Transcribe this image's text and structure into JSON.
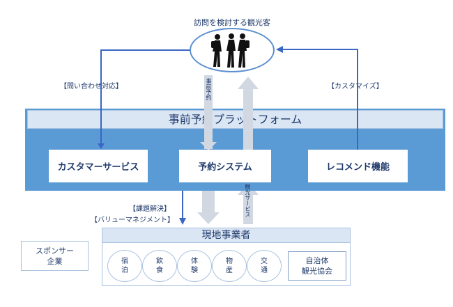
{
  "traveler": {
    "label": "訪問を検討する観光客"
  },
  "platform": {
    "title": "事前予約プラットフォーム"
  },
  "services": {
    "customer_service": "カスタマーサービス",
    "reservation_system": "予約システム",
    "recommend": "レコメンド機能"
  },
  "labels": {
    "inquiry": "【問い合わせ対応】",
    "customize": "【カスタマイズ】",
    "advance_booking": "事前予約",
    "tourism_service": "観光サービス",
    "problem_solving": "【課題解決】",
    "value_management": "【バリューマネジメント】"
  },
  "local": {
    "title": "現地事業者",
    "circles": [
      {
        "line1": "宿",
        "line2": "泊"
      },
      {
        "line1": "飲",
        "line2": "食"
      },
      {
        "line1": "体",
        "line2": "験"
      },
      {
        "line1": "物",
        "line2": "産"
      },
      {
        "line1": "交",
        "line2": "通"
      }
    ],
    "jichi": {
      "line1": "自治体",
      "line2": "観光協会"
    }
  },
  "sponsor": {
    "line1": "スポンサー",
    "line2": "企業"
  },
  "colors": {
    "blue_band": "#5b9bd5",
    "dark_arrow": "#3a66c4",
    "light_fill": "#dbe6f4",
    "gray_arrow": "#cfd6e0"
  }
}
